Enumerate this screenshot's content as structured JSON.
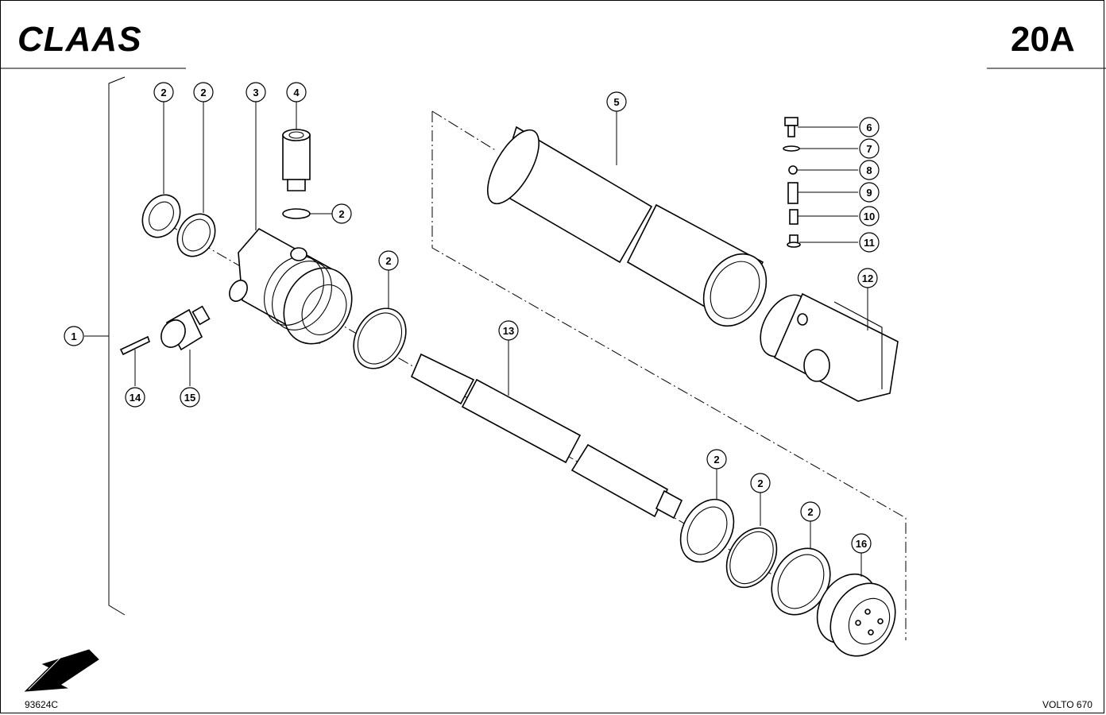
{
  "header": {
    "brand": "CLAAS",
    "page_code": "20A"
  },
  "callouts": [
    {
      "id": "c1",
      "label": "1"
    },
    {
      "id": "c2a",
      "label": "2"
    },
    {
      "id": "c2b",
      "label": "2"
    },
    {
      "id": "c3",
      "label": "3"
    },
    {
      "id": "c4",
      "label": "4"
    },
    {
      "id": "c2c",
      "label": "2"
    },
    {
      "id": "c2d",
      "label": "2"
    },
    {
      "id": "c5",
      "label": "5"
    },
    {
      "id": "c6",
      "label": "6"
    },
    {
      "id": "c7",
      "label": "7"
    },
    {
      "id": "c8",
      "label": "8"
    },
    {
      "id": "c9",
      "label": "9"
    },
    {
      "id": "c10",
      "label": "10"
    },
    {
      "id": "c11",
      "label": "11"
    },
    {
      "id": "c12",
      "label": "12"
    },
    {
      "id": "c13",
      "label": "13"
    },
    {
      "id": "c14",
      "label": "14"
    },
    {
      "id": "c15",
      "label": "15"
    },
    {
      "id": "c2e",
      "label": "2"
    },
    {
      "id": "c2f",
      "label": "2"
    },
    {
      "id": "c2g",
      "label": "2"
    },
    {
      "id": "c16",
      "label": "16"
    }
  ],
  "footer": {
    "drawing_number": "93624C",
    "model": "VOLTO 670"
  }
}
